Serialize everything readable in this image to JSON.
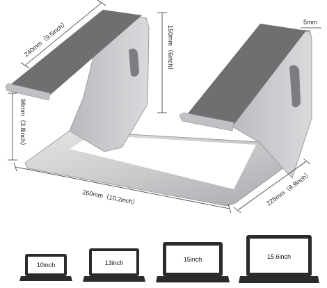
{
  "dimensions": {
    "depth_top": "240mm（9.5inch）",
    "height_back": "150mm（6inch）",
    "height_front": "96mm（3.8inch）",
    "width": "260mm（10.2inch）",
    "depth_base": "225mm（8.9inch）",
    "thickness": "5mm"
  },
  "laptops": [
    {
      "label": "10inch"
    },
    {
      "label": "13inch"
    },
    {
      "label": "15inch"
    },
    {
      "label": "15.6inch"
    }
  ],
  "colors": {
    "aluminum": "#c9cacc",
    "aluminum_dark": "#9c9ea1",
    "pad": "#6e6f71",
    "laptop": "#2b2b2b"
  }
}
